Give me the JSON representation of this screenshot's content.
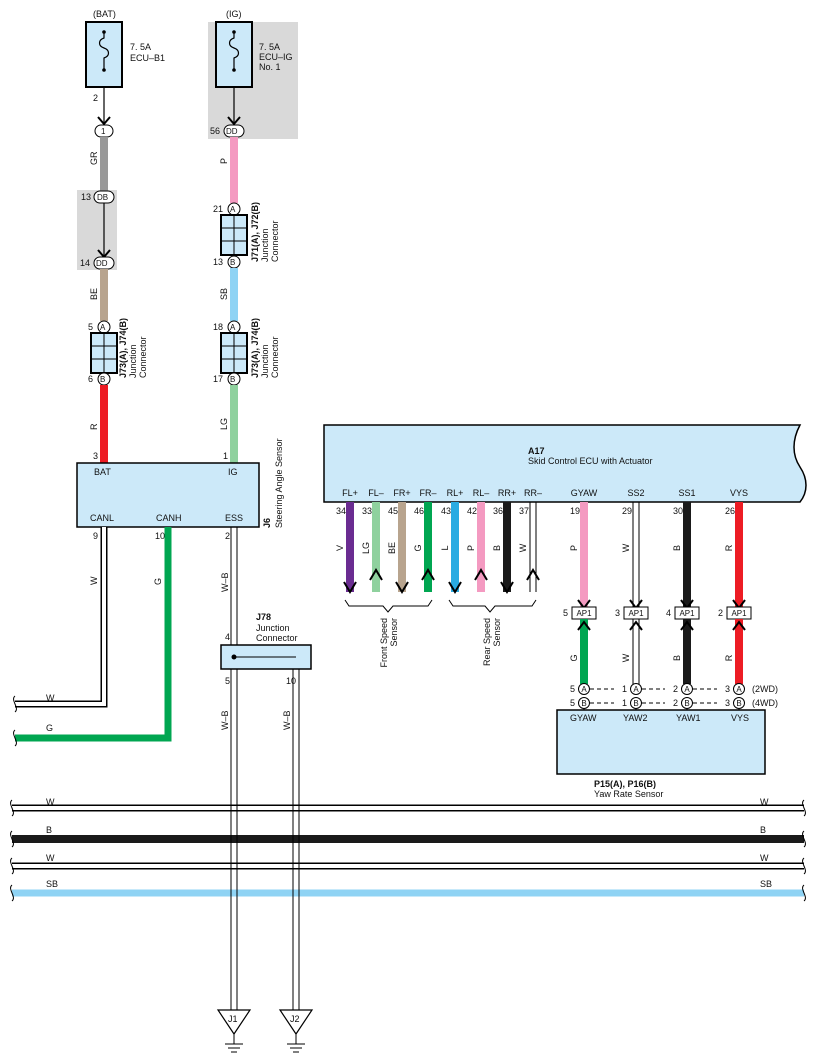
{
  "power": {
    "bat": {
      "source": "(BAT)",
      "rating": "7. 5A",
      "name": "ECU–B1",
      "pin": "2"
    },
    "ig": {
      "source": "(IG)",
      "rating": "7. 5A",
      "name": "ECU–IG",
      "name2": "No. 1"
    }
  },
  "connectors": {
    "one": "1",
    "db": {
      "pin": "13",
      "label": "DB"
    },
    "dd1": {
      "pin": "14",
      "label": "DD"
    },
    "dd56": {
      "pin": "56",
      "label": "DD"
    },
    "ja_top": {
      "pin": "21",
      "label": "A"
    },
    "jb_bot": {
      "pin": "13",
      "label": "B"
    },
    "j73a": {
      "pin": "5",
      "label": "A"
    },
    "j73b": {
      "pin": "6",
      "label": "B"
    },
    "j73a2": {
      "pin": "18",
      "label": "A"
    },
    "j73b2": {
      "pin": "17",
      "label": "B"
    }
  },
  "junctions": {
    "j71": {
      "title": "J71(A), J72(B)",
      "sub1": "Junction",
      "sub2": "Connector"
    },
    "j73_left": {
      "title": "J73(A), J74(B)",
      "sub1": "Junction",
      "sub2": "Connector"
    },
    "j73_right": {
      "title": "J73(A), J74(B)",
      "sub1": "Junction",
      "sub2": "Connector"
    },
    "j78": {
      "title": "J78",
      "sub1": "Junction",
      "sub2": "Connector",
      "pin_in": "4",
      "pin_out1": "5",
      "pin_out2": "10"
    }
  },
  "wires": {
    "gr": "GR",
    "p": "P",
    "be": "BE",
    "sb": "SB",
    "r": "R",
    "lg": "LG",
    "w": "W",
    "g": "G",
    "wb": "W–B",
    "wb2": "W–B"
  },
  "steering": {
    "code": "J6",
    "name": "Steering Angle Sensor",
    "pins_top": [
      {
        "num": "3",
        "label": "BAT"
      },
      {
        "num": "1",
        "label": "IG"
      }
    ],
    "pins_bottom": [
      {
        "num": "9",
        "label": "CANL"
      },
      {
        "num": "10",
        "label": "CANH"
      },
      {
        "num": "2",
        "label": "ESS"
      }
    ]
  },
  "ecu": {
    "code": "A17",
    "name": "Skid Control ECU with Actuator",
    "pins": [
      {
        "label": "FL+",
        "num": "34",
        "wire": "V",
        "color": "#6a2c91"
      },
      {
        "label": "FL–",
        "num": "33",
        "wire": "LG",
        "color": "#8fd19e"
      },
      {
        "label": "FR+",
        "num": "45",
        "wire": "BE",
        "color": "#b8a48e"
      },
      {
        "label": "FR–",
        "num": "46",
        "wire": "G",
        "color": "#00a651"
      },
      {
        "label": "RL+",
        "num": "43",
        "wire": "L",
        "color": "#29abe2"
      },
      {
        "label": "RL–",
        "num": "42",
        "wire": "P",
        "color": "#f49ac1"
      },
      {
        "label": "RR+",
        "num": "36",
        "wire": "B",
        "color": "#1a1a1a"
      },
      {
        "label": "RR–",
        "num": "37",
        "wire": "W",
        "color": "#ffffff"
      },
      {
        "label": "GYAW",
        "num": "19",
        "wire": "P",
        "color": "#f49ac1"
      },
      {
        "label": "SS2",
        "num": "29",
        "wire": "W",
        "color": "#ffffff"
      },
      {
        "label": "SS1",
        "num": "30",
        "wire": "B",
        "color": "#1a1a1a"
      },
      {
        "label": "VYS",
        "num": "26",
        "wire": "R",
        "color": "#ed1c24"
      }
    ],
    "front_sensor": [
      "Front Speed",
      "Sensor"
    ],
    "rear_sensor": [
      "Rear Speed",
      "Sensor"
    ]
  },
  "ap1": [
    {
      "pin": "5",
      "label": "AP1"
    },
    {
      "pin": "3",
      "label": "AP1"
    },
    {
      "pin": "4",
      "label": "AP1"
    },
    {
      "pin": "2",
      "label": "AP1"
    }
  ],
  "yaw_wires": [
    "G",
    "W",
    "B",
    "R"
  ],
  "yaw": {
    "title": "P15(A), P16(B)",
    "name": "Yaw Rate Sensor",
    "pins": [
      "GYAW",
      "YAW2",
      "YAW1",
      "VYS"
    ],
    "a_row": [
      {
        "num": "5",
        "label": "A"
      },
      {
        "num": "1",
        "label": "A"
      },
      {
        "num": "2",
        "label": "A"
      },
      {
        "num": "3",
        "label": "A",
        "note": "(2WD)"
      }
    ],
    "b_row": [
      {
        "num": "5",
        "label": "B"
      },
      {
        "num": "1",
        "label": "B"
      },
      {
        "num": "2",
        "label": "B"
      },
      {
        "num": "3",
        "label": "B",
        "note": "(4WD)"
      }
    ]
  },
  "bus": [
    {
      "label": "W",
      "color": "#ffffff"
    },
    {
      "label": "B",
      "color": "#1a1a1a"
    },
    {
      "label": "W",
      "color": "#ffffff"
    },
    {
      "label": "SB",
      "color": "#8fd3f4"
    }
  ],
  "left_lines": [
    {
      "label": "W"
    },
    {
      "label": "G"
    }
  ],
  "grounds": [
    "J1",
    "J2"
  ],
  "colors": {
    "box_fill": "#cce9f9",
    "shade": "#d9d9d9",
    "gray_wire": "#999999",
    "pink": "#f49ac1",
    "tan": "#b8a48e",
    "light_blue": "#8fd3f4",
    "red": "#ed1c24",
    "lgreen": "#8fd19e",
    "green": "#00a651"
  }
}
